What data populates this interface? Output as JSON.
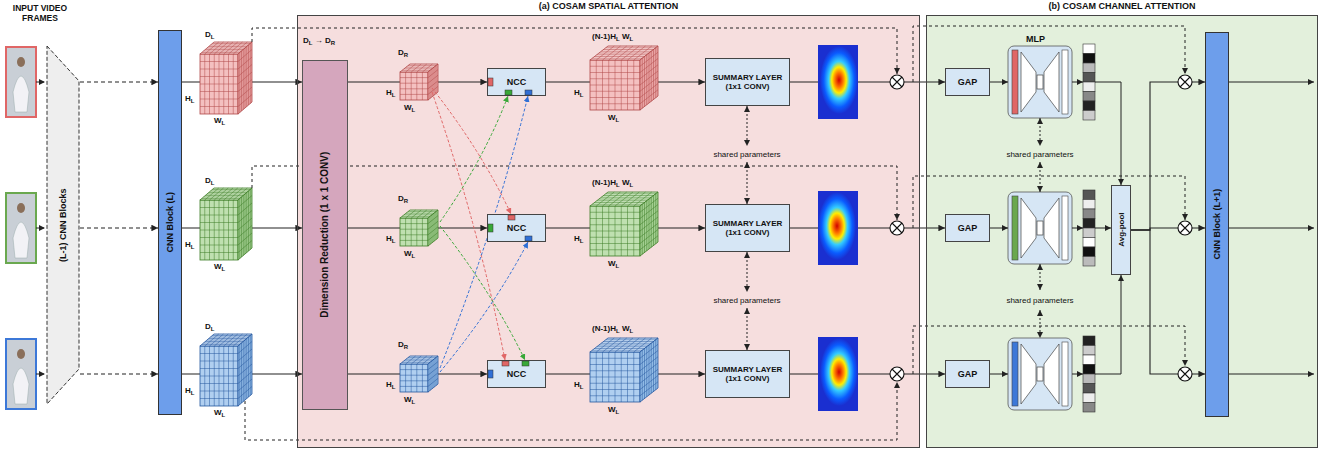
{
  "diagram": {
    "nodes": [
      {
        "text": [
          "(L-1) CNN Blocks"
        ]
      },
      {
        "text": [
          "CNN Block (L)"
        ]
      },
      {
        "text": [
          "(a) COSAM SPATIAL ATTENTION"
        ]
      },
      {
        "text": [
          "Dimension Reduction (1 x 1 CONV)"
        ],
        "in": 2
      },
      {
        "text": [
          "NCC"
        ],
        "in": 2
      },
      {
        "text": [
          "NCC"
        ],
        "in": 2
      },
      {
        "text": [
          "NCC"
        ],
        "in": 2
      },
      {
        "text": [
          "SUMMARY LAYER (1x1 CONV)"
        ],
        "in": 2
      },
      {
        "text": [
          "SUMMARY LAYER (1x1 CONV)"
        ],
        "in": 2
      },
      {
        "text": [
          "SUMMARY LAYER (1x1 CONV)"
        ],
        "in": 2
      },
      {
        "text": [
          "(b) COSAM CHANNEL ATTENTION"
        ]
      },
      {
        "text": [
          "GAP"
        ],
        "in": 10
      },
      {
        "text": [
          "GAP"
        ],
        "in": 10
      },
      {
        "text": [
          "GAP"
        ],
        "in": 10
      },
      {
        "text": [
          "Avg-pool"
        ],
        "in": 10
      },
      {
        "text": [
          "CNN Block (L+1)"
        ]
      }
    ],
    "edges": [
      {
        "from": 0,
        "to": 1,
        "arrow": "to"
      },
      {
        "from": 0,
        "to": 1,
        "arrow": "to"
      },
      {
        "from": 0,
        "to": 1,
        "arrow": "to"
      },
      {
        "from": 1,
        "to": 3,
        "arrow": "to"
      },
      {
        "from": 1,
        "to": 3,
        "arrow": "to"
      },
      {
        "from": 1,
        "to": 3,
        "arrow": "to"
      },
      {
        "from": 3,
        "to": 4,
        "arrow": "to"
      },
      {
        "from": 3,
        "to": 5,
        "arrow": "to"
      },
      {
        "from": 3,
        "to": 6,
        "arrow": "to"
      },
      {
        "from": 4,
        "to": 7,
        "arrow": "to"
      },
      {
        "from": 5,
        "to": 8,
        "arrow": "to"
      },
      {
        "from": 6,
        "to": 9,
        "arrow": "to"
      },
      {
        "from": 7,
        "to": 11,
        "arrow": "to"
      },
      {
        "from": 8,
        "to": 12,
        "arrow": "to"
      },
      {
        "from": 9,
        "to": 13,
        "arrow": "to"
      },
      {
        "from": 14,
        "to": 15,
        "arrow": "to"
      },
      {
        "from": 14,
        "to": 15,
        "arrow": "to"
      },
      {
        "from": 14,
        "to": 15,
        "arrow": "to"
      }
    ],
    "labels": [
      "INPUT VIDEO FRAMES",
      "DL",
      "HL",
      "WL",
      "DL",
      "HL",
      "WL",
      "DL",
      "HL",
      "WL",
      "DL → DR",
      "DR",
      "HL",
      "WL",
      "DR",
      "HL",
      "WL",
      "DR",
      "HL",
      "WL",
      "(N-1)HL WL",
      "HL",
      "WL",
      "(N-1)HL WL",
      "HL",
      "WL",
      "(N-1)HL WL",
      "HL",
      "WL",
      "shared parameters",
      "shared parameters",
      "MLP",
      "shared parameters",
      "shared parameters"
    ]
  }
}
